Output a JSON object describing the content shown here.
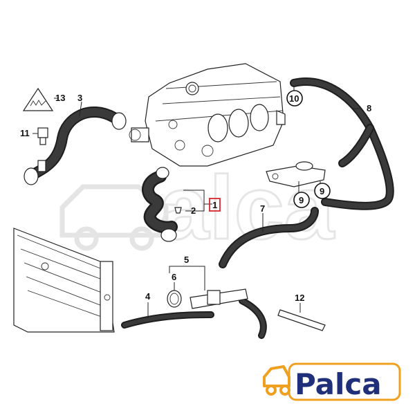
{
  "labels": {
    "p1": "1",
    "p2": "2",
    "p3": "3",
    "p4": "4",
    "p5": "5",
    "p6": "6",
    "p7": "7",
    "p8": "8",
    "p9a": "9",
    "p9b": "9",
    "p10": "10",
    "p11": "11",
    "p12": "12",
    "p13": "13"
  },
  "logo": {
    "text": "Palca",
    "color": "#1f2f7a",
    "accent": "#f0a020"
  },
  "colors": {
    "highlight": "#d6262c",
    "line": "#1e1e1e"
  },
  "icons": {
    "warning_triangle": "hot-coolant-warning-icon",
    "car_logo": "car-outline-icon"
  }
}
